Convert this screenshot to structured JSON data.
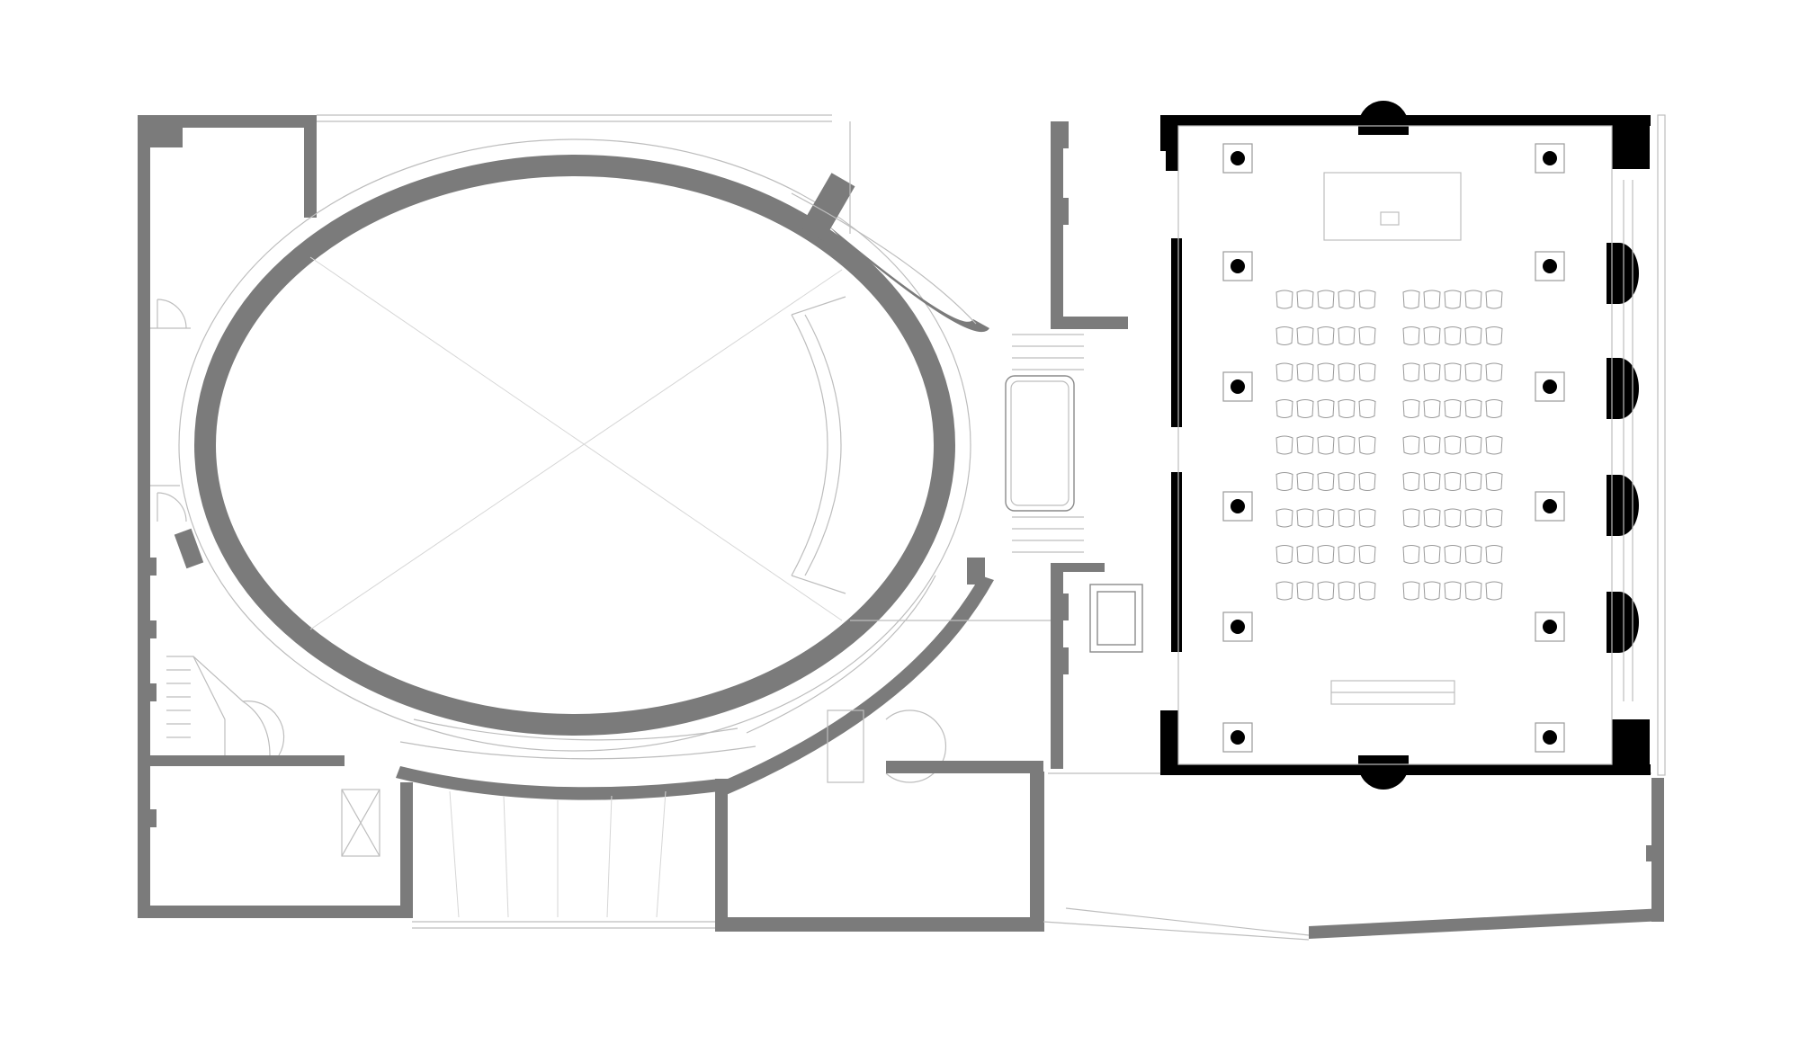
{
  "drawing": {
    "seating": {
      "blocks": 2,
      "rows": 9,
      "seats_per_row_per_block": 5
    },
    "colors": {
      "old_walls": "#7b7b7b",
      "new_walls": "#000000",
      "lines": "#bdbdbd",
      "background": "#ffffff"
    }
  }
}
